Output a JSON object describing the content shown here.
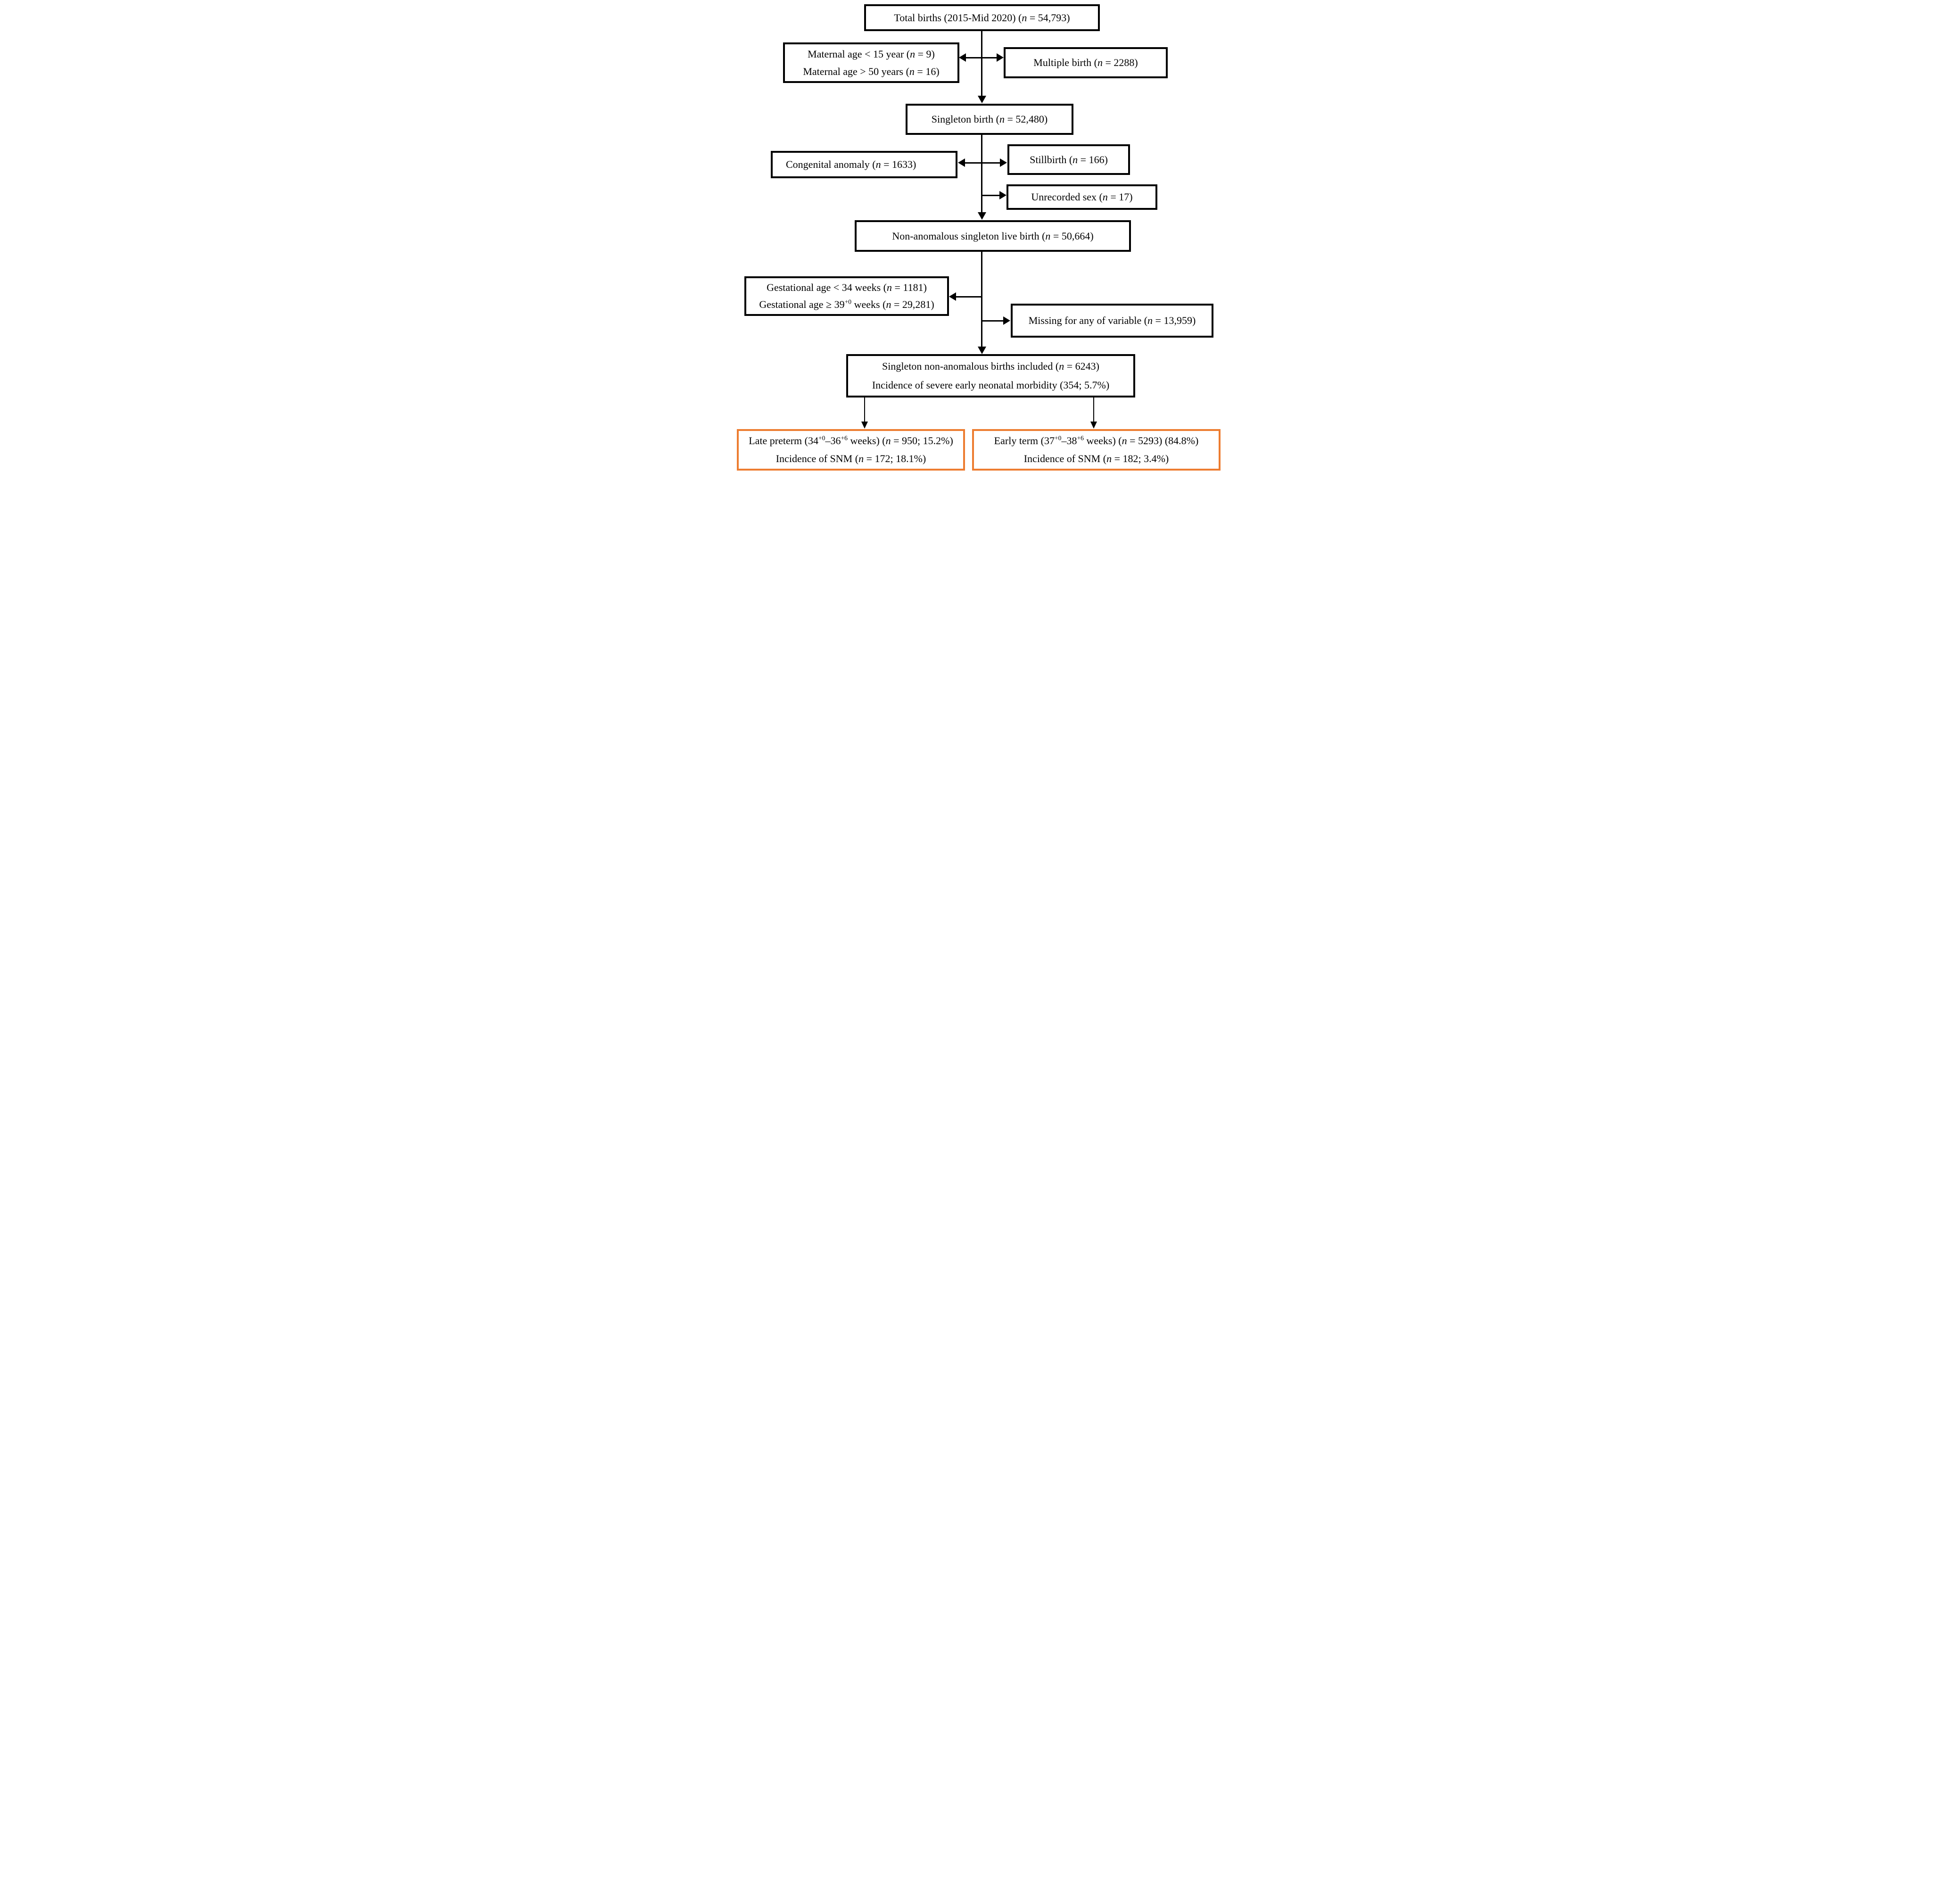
{
  "colors": {
    "line": "#000000",
    "accent_orange": "#ED7D31"
  },
  "boxes": {
    "total": {
      "lines": [
        [
          {
            "t": "Total births (2015-Mid 2020) ("
          },
          {
            "t": "n",
            "i": true
          },
          {
            "t": " = 54,793)"
          }
        ]
      ]
    },
    "maternal_age": {
      "lines": [
        [
          {
            "t": "Maternal age < 15 year ("
          },
          {
            "t": "n",
            "i": true
          },
          {
            "t": " = 9)"
          }
        ],
        [
          {
            "t": "Maternal age > 50 years ("
          },
          {
            "t": "n",
            "i": true
          },
          {
            "t": " = 16)"
          }
        ]
      ]
    },
    "multiple_birth": {
      "lines": [
        [
          {
            "t": "Multiple birth ("
          },
          {
            "t": "n",
            "i": true
          },
          {
            "t": " = 2288)"
          }
        ]
      ]
    },
    "singleton": {
      "lines": [
        [
          {
            "t": "Singleton birth ("
          },
          {
            "t": "n",
            "i": true
          },
          {
            "t": " = 52,480)"
          }
        ]
      ]
    },
    "congenital": {
      "lines": [
        [
          {
            "t": "Congenital anomaly ("
          },
          {
            "t": "n",
            "i": true
          },
          {
            "t": " = 1633)"
          }
        ]
      ]
    },
    "stillbirth": {
      "lines": [
        [
          {
            "t": "Stillbirth ("
          },
          {
            "t": "n",
            "i": true
          },
          {
            "t": " = 166)"
          }
        ]
      ]
    },
    "unrecorded": {
      "lines": [
        [
          {
            "t": "Unrecorded sex ("
          },
          {
            "t": "n",
            "i": true
          },
          {
            "t": " = 17)"
          }
        ]
      ]
    },
    "nonanomalous": {
      "lines": [
        [
          {
            "t": "Non-anomalous singleton live birth ("
          },
          {
            "t": "n",
            "i": true
          },
          {
            "t": " = 50,664)"
          }
        ]
      ]
    },
    "gestational": {
      "lines": [
        [
          {
            "t": "Gestational age < 34 weeks ("
          },
          {
            "t": "n",
            "i": true
          },
          {
            "t": " = 1181)"
          }
        ],
        [
          {
            "t": "Gestational age ≥ 39"
          },
          {
            "t": "+0",
            "sup": true
          },
          {
            "t": " weeks ("
          },
          {
            "t": "n",
            "i": true
          },
          {
            "t": " = 29,281)"
          }
        ]
      ]
    },
    "missing": {
      "lines": [
        [
          {
            "t": "Missing for any of variable ("
          },
          {
            "t": "n",
            "i": true
          },
          {
            "t": " = 13,959)"
          }
        ]
      ]
    },
    "included": {
      "lines": [
        [
          {
            "t": "Singleton non-anomalous births included ("
          },
          {
            "t": "n",
            "i": true
          },
          {
            "t": " = 6243)"
          }
        ],
        [
          {
            "t": "Incidence of severe early neonatal morbidity (354; 5.7%)"
          }
        ]
      ]
    },
    "late_preterm": {
      "lines": [
        [
          {
            "t": "Late preterm (34"
          },
          {
            "t": "+0",
            "sup": true
          },
          {
            "t": "–36"
          },
          {
            "t": "+6",
            "sup": true
          },
          {
            "t": " weeks) ("
          },
          {
            "t": "n",
            "i": true
          },
          {
            "t": " = 950; 15.2%)"
          }
        ],
        [
          {
            "t": "Incidence of SNM ("
          },
          {
            "t": "n",
            "i": true
          },
          {
            "t": " = 172; 18.1%)"
          }
        ]
      ]
    },
    "early_term": {
      "lines": [
        [
          {
            "t": "Early term (37"
          },
          {
            "t": "+0",
            "sup": true
          },
          {
            "t": "–38"
          },
          {
            "t": "+6",
            "sup": true
          },
          {
            "t": " weeks) ("
          },
          {
            "t": "n",
            "i": true
          },
          {
            "t": " = 5293) (84.8%)"
          }
        ],
        [
          {
            "t": "Incidence of SNM ("
          },
          {
            "t": "n",
            "i": true
          },
          {
            "t": " = 182; 3.4%)"
          }
        ]
      ]
    }
  }
}
